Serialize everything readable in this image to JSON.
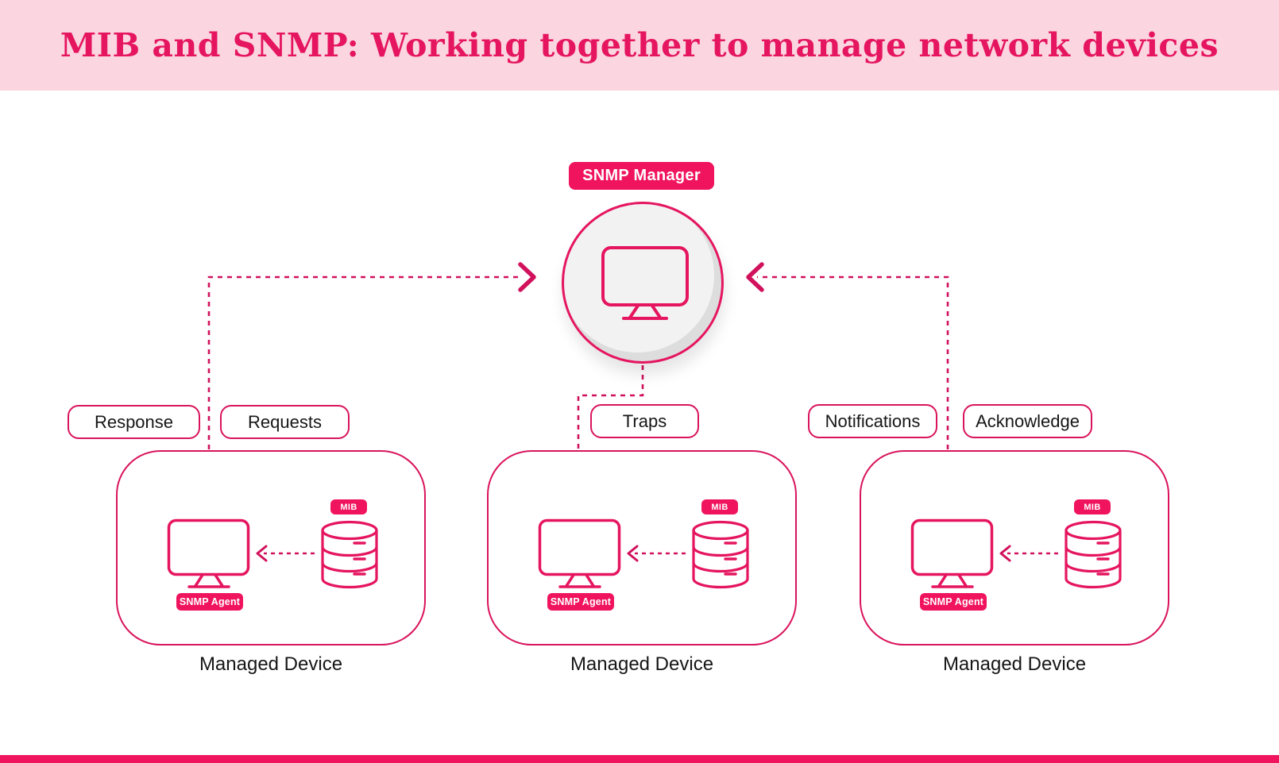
{
  "title": "MIB and SNMP: Working together to manage network devices",
  "colors": {
    "accent": "#f0135e",
    "border_pink": "#d9145c",
    "title_pink": "#e5155f",
    "band_pink": "#fbd5e0",
    "line_pink": "#d1115c",
    "ink": "#161616"
  },
  "manager": {
    "badge": "SNMP Manager",
    "icon": "monitor-icon"
  },
  "flow_labels": {
    "response": "Response",
    "requests": "Requests",
    "traps": "Traps",
    "notifications": "Notifications",
    "acknowledge": "Acknowledge"
  },
  "devices": [
    {
      "mib": "MIB",
      "agent": "SNMP Agent",
      "caption": "Managed Device"
    },
    {
      "mib": "MIB",
      "agent": "SNMP Agent",
      "caption": "Managed Device"
    },
    {
      "mib": "MIB",
      "agent": "SNMP Agent",
      "caption": "Managed Device"
    }
  ]
}
